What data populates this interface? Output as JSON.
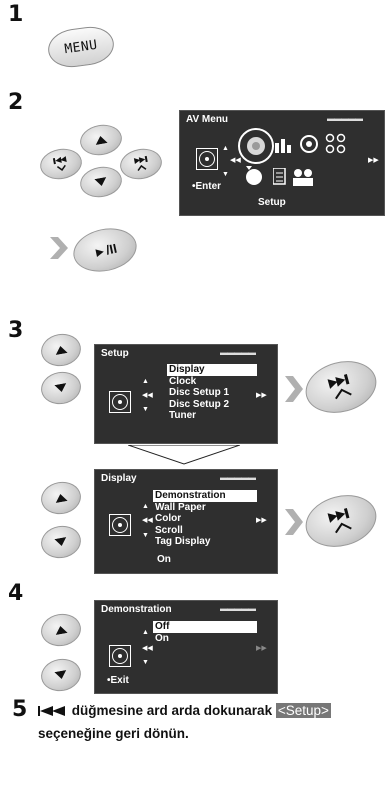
{
  "steps": {
    "s1": "1",
    "s2": "2",
    "s3": "3",
    "s4": "4",
    "s5": "5"
  },
  "step1": {
    "menu_label": "MENU"
  },
  "step2": {
    "screen_title": "AV Menu",
    "enter_label": "Enter",
    "setup_label": "Setup",
    "play_label": "►/II"
  },
  "step3": {
    "screen1": {
      "title": "Setup",
      "items": [
        "Display",
        "Clock",
        "Disc Setup 1",
        "Disc Setup 2",
        "Tuner"
      ]
    },
    "screen2": {
      "title": "Display",
      "items": [
        "Demonstration",
        "Wall Paper",
        "Color",
        "Scroll",
        "Tag Display"
      ],
      "value": "On"
    }
  },
  "step4": {
    "screen": {
      "title": "Demonstration",
      "items": [
        "Off",
        "On"
      ],
      "exit_label": "Exit"
    }
  },
  "step5": {
    "line1_pre": "düğmesine ard arda dokunarak",
    "line1_tag": "<Setup>",
    "line2": "seçeneğine geri dönün."
  },
  "colors": {
    "screen_bg": "#2f2f2f",
    "button": "#c8c8c8",
    "arrow": "#b0b0b0"
  },
  "icons": [
    "up-arrow-icon",
    "down-arrow-icon",
    "prev-icon",
    "next-icon",
    "play-pause-icon",
    "joystick-icon",
    "chevron-right-icon"
  ]
}
